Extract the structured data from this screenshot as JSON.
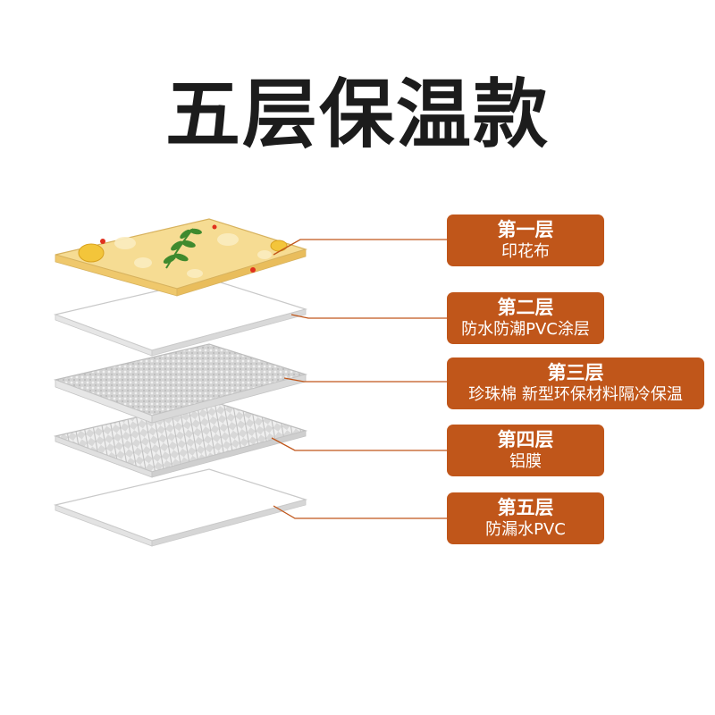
{
  "title": "五层保温款",
  "colors": {
    "label_bg": "#c0561a",
    "label_text": "#ffffff",
    "leader_line": "#c0561a",
    "title_text": "#1c1c1c",
    "print_fabric": "#f5d98e",
    "leaf_green": "#3f8a2e",
    "dot_red": "#e0301e"
  },
  "layers": [
    {
      "name": "第一层",
      "desc": "印花布",
      "material": "printed-fabric"
    },
    {
      "name": "第二层",
      "desc": "防水防潮PVC涂层",
      "material": "pvc-coating"
    },
    {
      "name": "第三层",
      "desc": "珍珠棉 新型环保材料隔冷保温",
      "material": "pearl-cotton"
    },
    {
      "name": "第四层",
      "desc": "铝膜",
      "material": "aluminum-film"
    },
    {
      "name": "第五层",
      "desc": "防漏水PVC",
      "material": "leakproof-pvc"
    }
  ]
}
